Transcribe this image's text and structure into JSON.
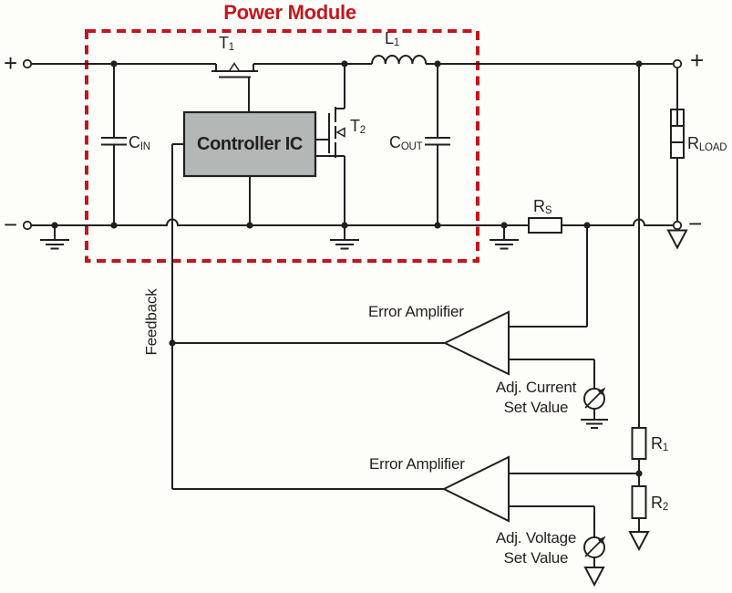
{
  "title": {
    "text": "Power Module"
  },
  "terminals": {
    "left_plus": "+",
    "left_minus": "−",
    "right_plus": "+",
    "right_minus": "−"
  },
  "components": {
    "t1": {
      "base": "T",
      "sub": "1"
    },
    "t2": {
      "base": "T",
      "sub": "2"
    },
    "l1": {
      "base": "L",
      "sub": "1"
    },
    "cin": {
      "base": "C",
      "sub": "IN"
    },
    "cout": {
      "base": "C",
      "sub": "OUT"
    },
    "rload": {
      "base": "R",
      "sub": "LOAD"
    },
    "rs": {
      "base": "R",
      "sub": "S"
    },
    "r1": {
      "base": "R",
      "sub": "1"
    },
    "r2": {
      "base": "R",
      "sub": "2"
    },
    "controller": "Controller IC"
  },
  "labels": {
    "feedback": "Feedback",
    "error_amp_1": "Error Amplifier",
    "error_amp_2": "Error Amplifier",
    "adj_current_line1": "Adj. Current",
    "adj_current_line2": "Set Value",
    "adj_voltage_line1": "Adj. Voltage",
    "adj_voltage_line2": "Set Value"
  },
  "colors": {
    "module_border_red": "#c3161c",
    "title_red": "#c4161c",
    "wire_black": "#231f20",
    "ic_fill_gray": "#b3b7b6",
    "background": "#fdfdfa"
  }
}
